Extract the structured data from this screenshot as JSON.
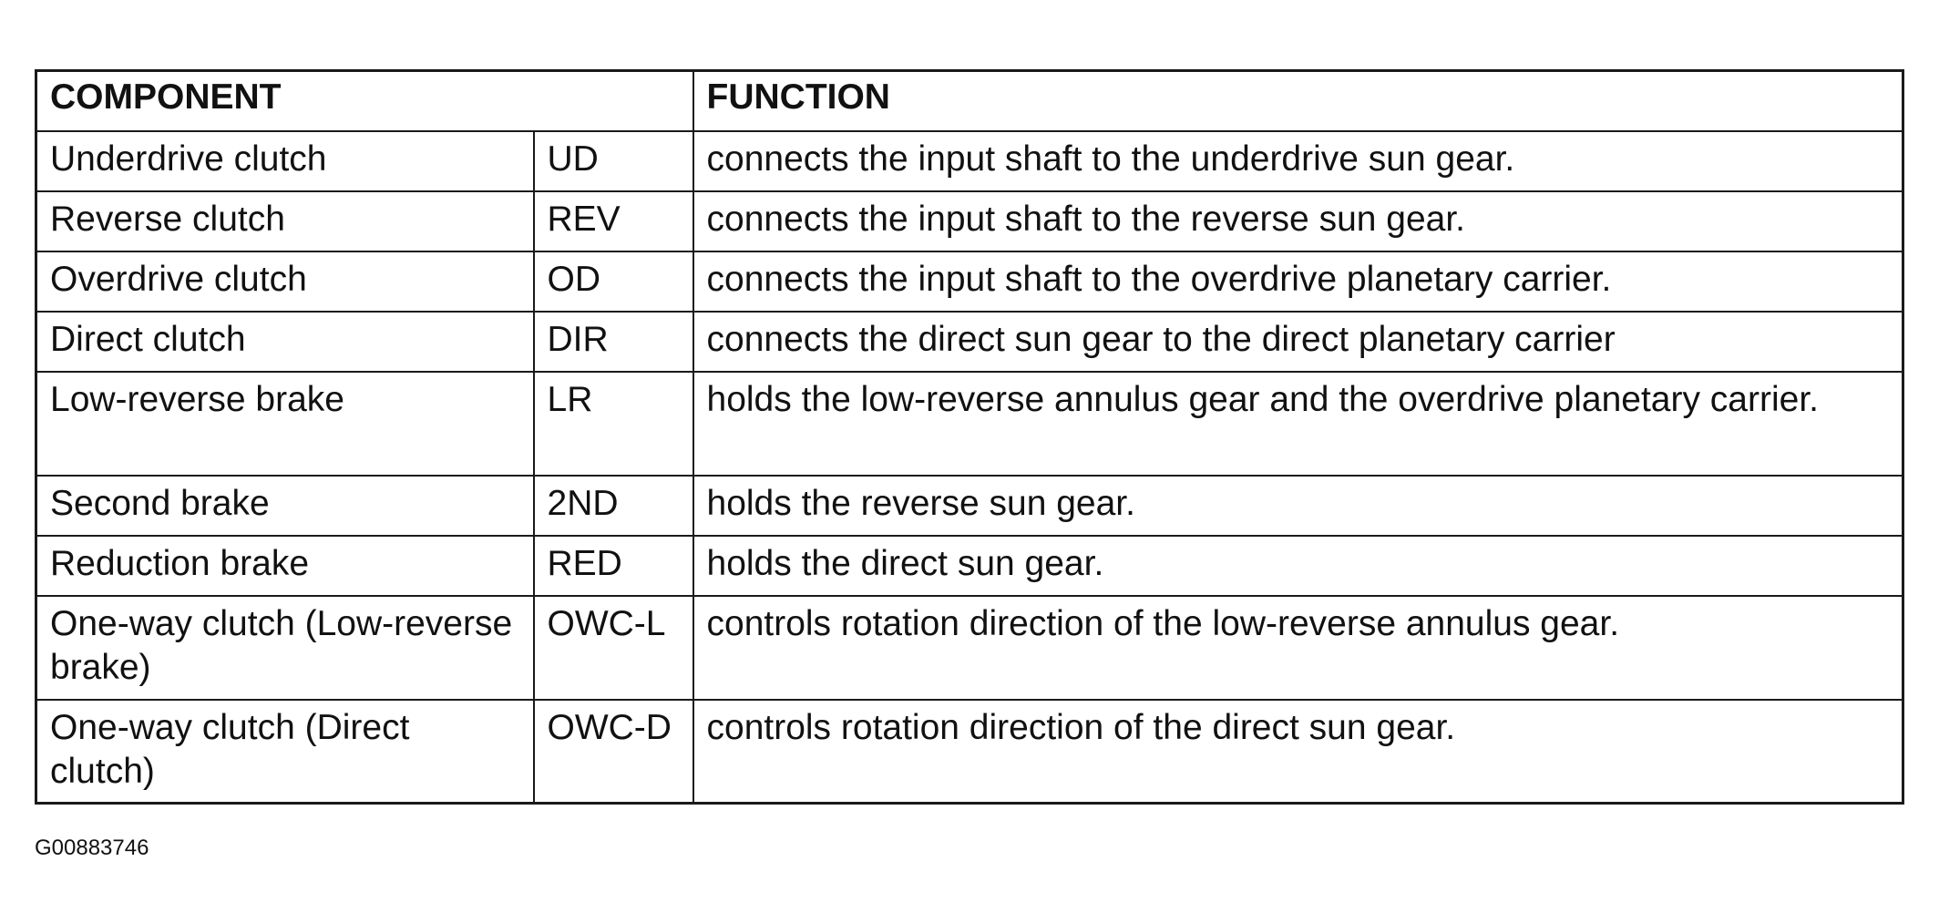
{
  "table": {
    "header": {
      "component": "COMPONENT",
      "function": "FUNCTION"
    },
    "rows": [
      {
        "name": "Underdrive clutch",
        "abbr": "UD",
        "function": "connects the input shaft to the underdrive sun gear."
      },
      {
        "name": "Reverse clutch",
        "abbr": "REV",
        "function": "connects the input shaft to the reverse sun gear."
      },
      {
        "name": "Overdrive clutch",
        "abbr": "OD",
        "function": "connects the input shaft to the overdrive planetary carrier."
      },
      {
        "name": "Direct clutch",
        "abbr": "DIR",
        "function": "connects the direct sun gear to the direct planetary carrier"
      },
      {
        "name": "Low-reverse brake",
        "abbr": "LR",
        "function": "holds the low-reverse annulus gear and the overdrive planetary carrier."
      },
      {
        "name": "Second brake",
        "abbr": "2ND",
        "function": "holds the reverse sun gear."
      },
      {
        "name": "Reduction brake",
        "abbr": "RED",
        "function": "holds the direct sun gear."
      },
      {
        "name": "One-way clutch (Low-reverse brake)",
        "abbr": "OWC-L",
        "function": "controls rotation direction of the low-reverse annulus gear."
      },
      {
        "name": "One-way clutch (Direct clutch)",
        "abbr": "OWC-D",
        "function": "controls rotation direction of the direct sun gear."
      }
    ]
  },
  "caption": "G00883746"
}
